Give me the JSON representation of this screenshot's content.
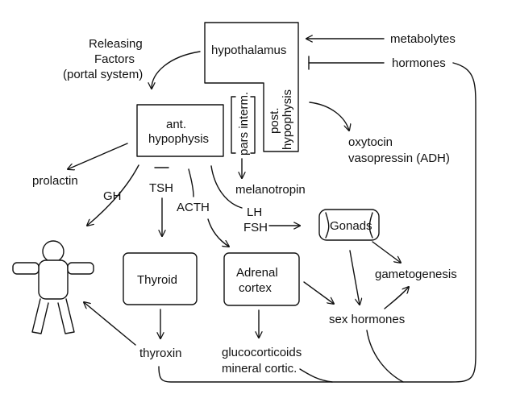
{
  "nodes": {
    "hypothalamus": "hypothalamus",
    "ant_hypophysis_line1": "ant.",
    "ant_hypophysis_line2": "hypophysis",
    "pars_interm": "pars interm.",
    "post_hypophysis_line1": "post.",
    "post_hypophysis_line2": "hypophysis",
    "thyroid": "Thyroid",
    "adrenal_line1": "Adrenal",
    "adrenal_line2": "cortex",
    "gonads": "Gonads"
  },
  "labels": {
    "releasing_line1": "Releasing",
    "releasing_line2": "Factors",
    "releasing_line3": "(portal system)",
    "metabolytes": "metabolytes",
    "hormones": "hormones",
    "oxytocin": "oxytocin",
    "vasopressin": "vasopressin (ADH)",
    "prolactin": "prolactin",
    "gh": "GH",
    "tsh": "TSH",
    "acth": "ACTH",
    "lh": "LH",
    "fsh": "FSH",
    "melanotropin": "melanotropin",
    "gametogenesis": "gametogenesis",
    "sex_hormones": "sex hormones",
    "thyroxin": "thyroxin",
    "glucocorticoids": "glucocorticoids",
    "mineral_cortic": "mineral cortic."
  }
}
